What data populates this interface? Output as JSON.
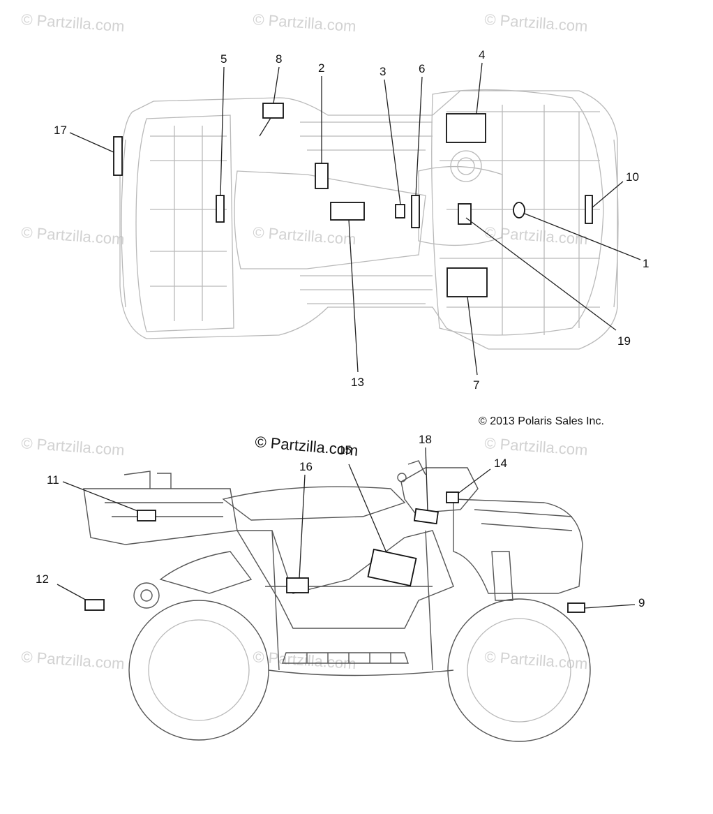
{
  "watermarks": [
    "© Partzilla.com",
    "© Partzilla.com",
    "© Partzilla.com",
    "© Partzilla.com",
    "© Partzilla.com",
    "© Partzilla.com",
    "© Partzilla.com",
    "© Partzilla.com",
    "© Partzilla.com",
    "© Partzilla.com",
    "© Partzilla.com"
  ],
  "center_watermark": "© Partzilla.com",
  "copyright": "© 2013 Polaris Sales Inc.",
  "top_view": {
    "callouts": [
      "5",
      "8",
      "2",
      "3",
      "6",
      "4",
      "17",
      "10",
      "1",
      "19",
      "7",
      "13"
    ]
  },
  "side_view": {
    "callouts": [
      "11",
      "16",
      "15",
      "18",
      "14",
      "12",
      "9"
    ]
  },
  "colors": {
    "line": "#222222",
    "outline": "#b9b9b9",
    "watermark": "#d2d2d2"
  }
}
